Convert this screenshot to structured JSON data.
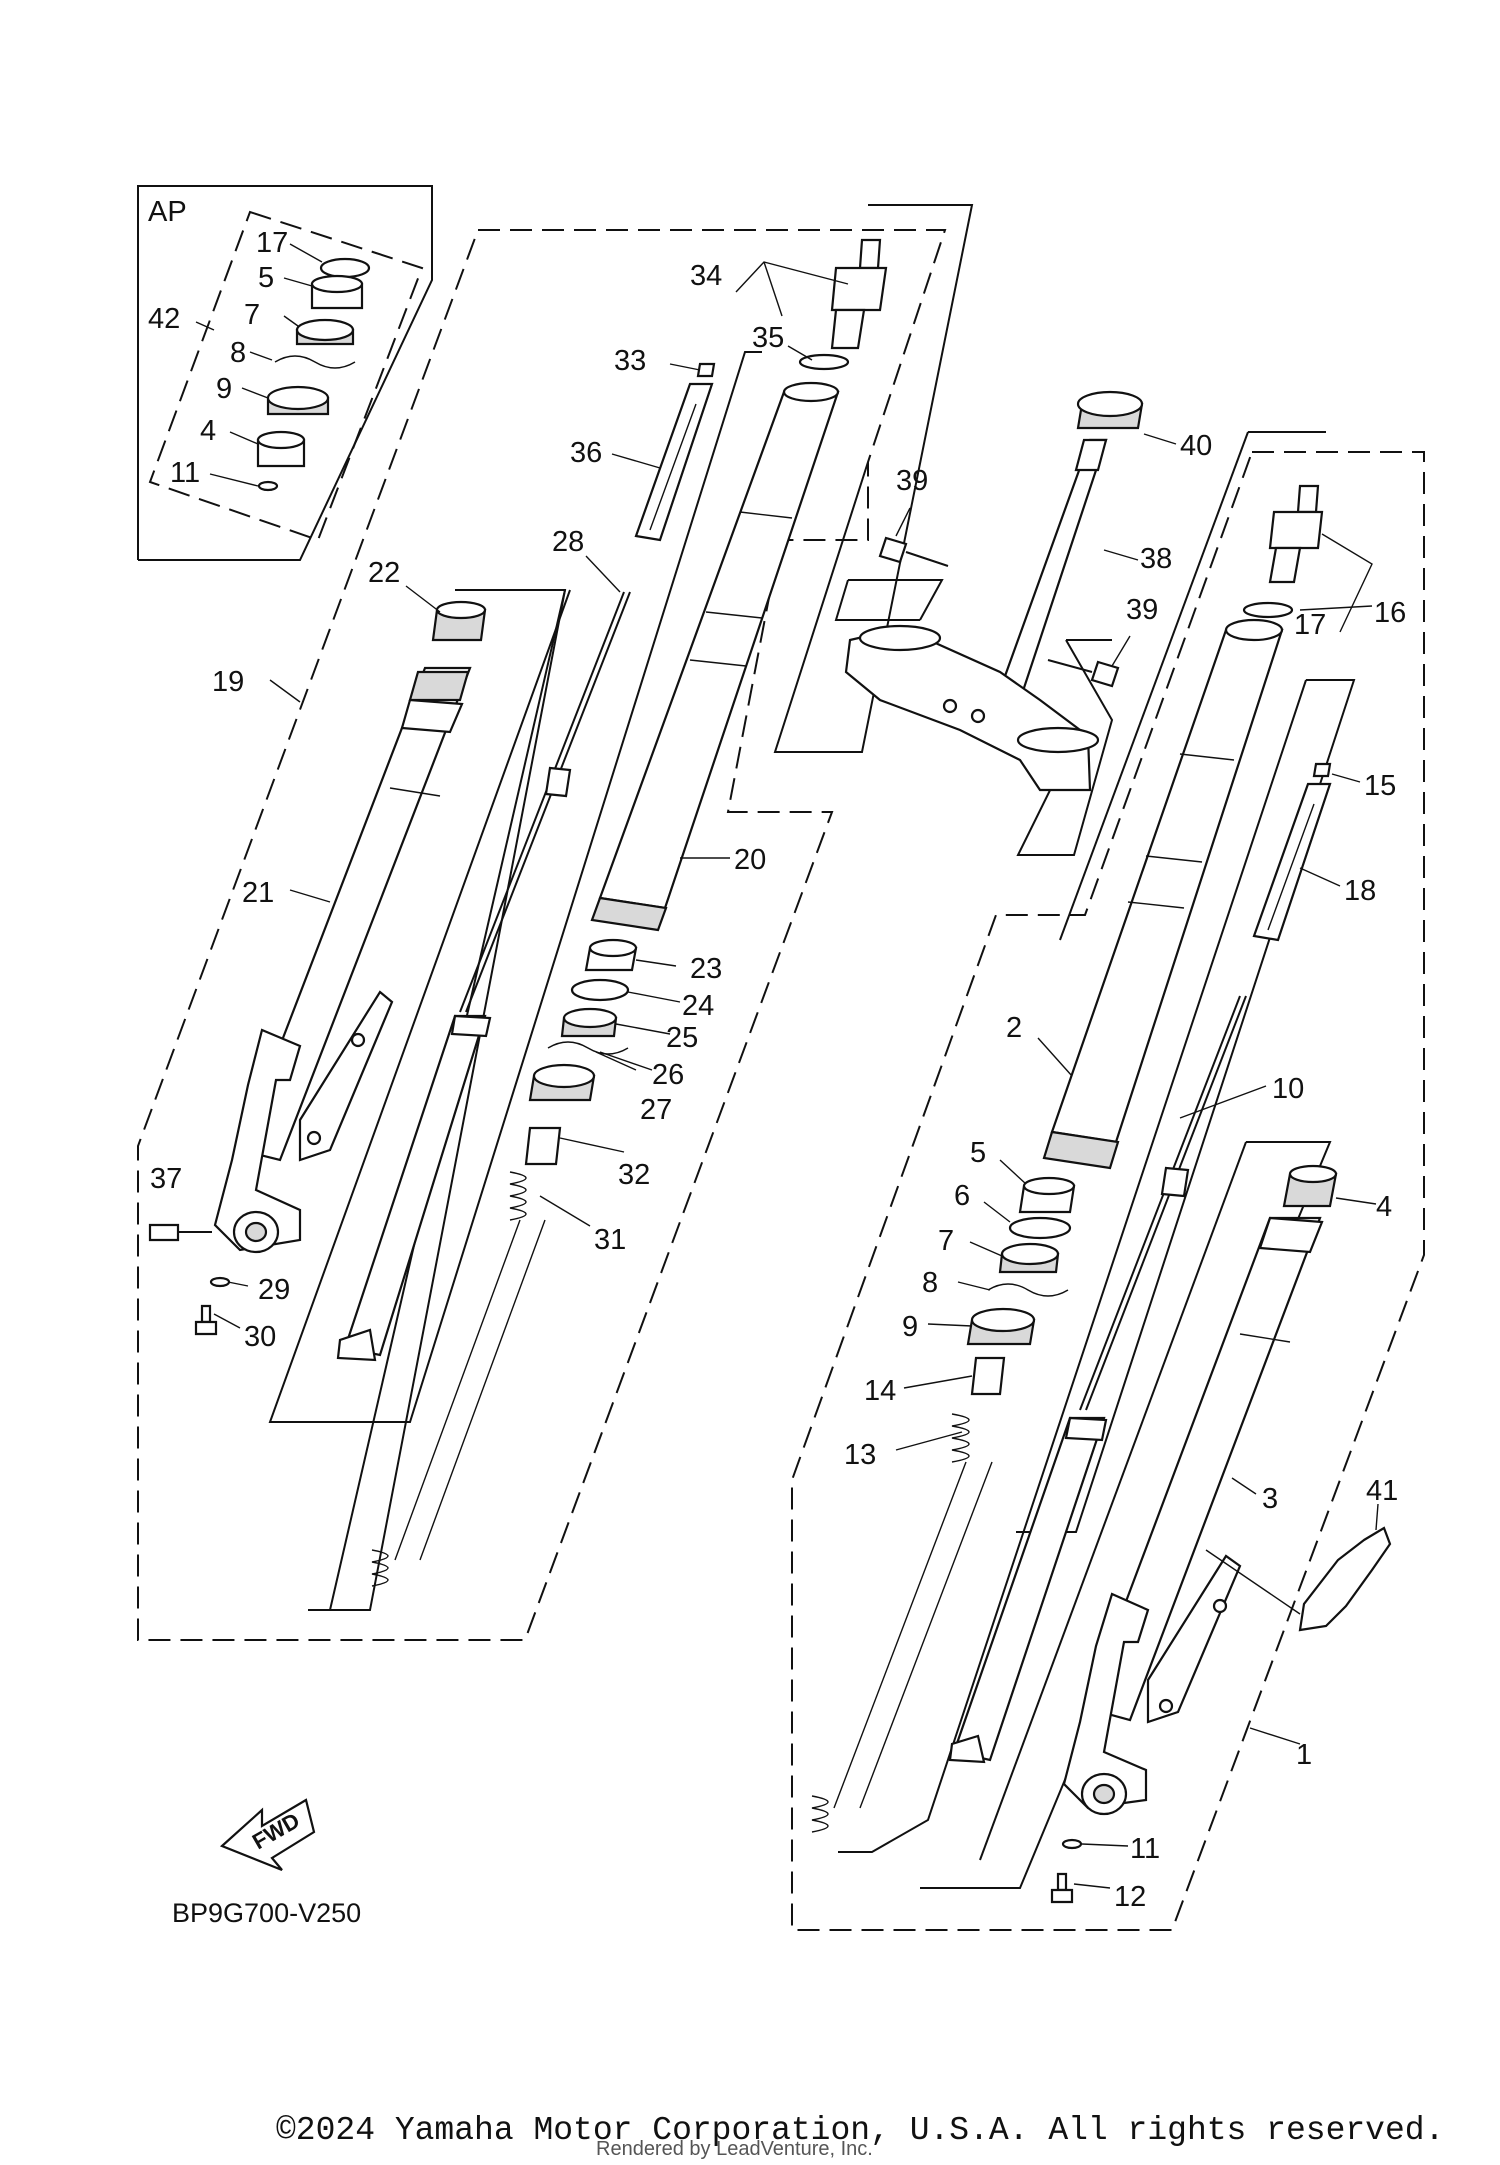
{
  "diagram": {
    "assembly_label": "AP",
    "diagram_code": "BP9G700-V250",
    "fwd_label": "FWD",
    "callouts": [
      {
        "id": "ap-17",
        "text": "17"
      },
      {
        "id": "ap-5",
        "text": "5"
      },
      {
        "id": "ap-42",
        "text": "42"
      },
      {
        "id": "ap-7",
        "text": "7"
      },
      {
        "id": "ap-8",
        "text": "8"
      },
      {
        "id": "ap-9",
        "text": "9"
      },
      {
        "id": "ap-4",
        "text": "4"
      },
      {
        "id": "ap-11",
        "text": "11"
      },
      {
        "id": "c34",
        "text": "34"
      },
      {
        "id": "c35",
        "text": "35"
      },
      {
        "id": "c33",
        "text": "33"
      },
      {
        "id": "c36",
        "text": "36"
      },
      {
        "id": "c28",
        "text": "28"
      },
      {
        "id": "c22",
        "text": "22"
      },
      {
        "id": "c19",
        "text": "19"
      },
      {
        "id": "c21",
        "text": "21"
      },
      {
        "id": "c20",
        "text": "20"
      },
      {
        "id": "c23",
        "text": "23"
      },
      {
        "id": "c24",
        "text": "24"
      },
      {
        "id": "c25",
        "text": "25"
      },
      {
        "id": "c26",
        "text": "26"
      },
      {
        "id": "c27",
        "text": "27"
      },
      {
        "id": "c32",
        "text": "32"
      },
      {
        "id": "c31",
        "text": "31"
      },
      {
        "id": "c37",
        "text": "37"
      },
      {
        "id": "c29",
        "text": "29"
      },
      {
        "id": "c30",
        "text": "30"
      },
      {
        "id": "c40",
        "text": "40"
      },
      {
        "id": "c39a",
        "text": "39"
      },
      {
        "id": "c38",
        "text": "38"
      },
      {
        "id": "c39b",
        "text": "39"
      },
      {
        "id": "c17",
        "text": "17"
      },
      {
        "id": "c16",
        "text": "16"
      },
      {
        "id": "c15",
        "text": "15"
      },
      {
        "id": "c18",
        "text": "18"
      },
      {
        "id": "c2",
        "text": "2"
      },
      {
        "id": "c10",
        "text": "10"
      },
      {
        "id": "c5",
        "text": "5"
      },
      {
        "id": "c6",
        "text": "6"
      },
      {
        "id": "c4",
        "text": "4"
      },
      {
        "id": "c7",
        "text": "7"
      },
      {
        "id": "c8",
        "text": "8"
      },
      {
        "id": "c9",
        "text": "9"
      },
      {
        "id": "c14",
        "text": "14"
      },
      {
        "id": "c13",
        "text": "13"
      },
      {
        "id": "c3",
        "text": "3"
      },
      {
        "id": "c41",
        "text": "41"
      },
      {
        "id": "c1",
        "text": "1"
      },
      {
        "id": "c11",
        "text": "11"
      },
      {
        "id": "c12",
        "text": "12"
      }
    ]
  },
  "footer": {
    "copyright": "©2024 Yamaha Motor Corporation, U.S.A. All rights reserved.",
    "rendered_by": "Rendered by LeadVenture, Inc."
  }
}
